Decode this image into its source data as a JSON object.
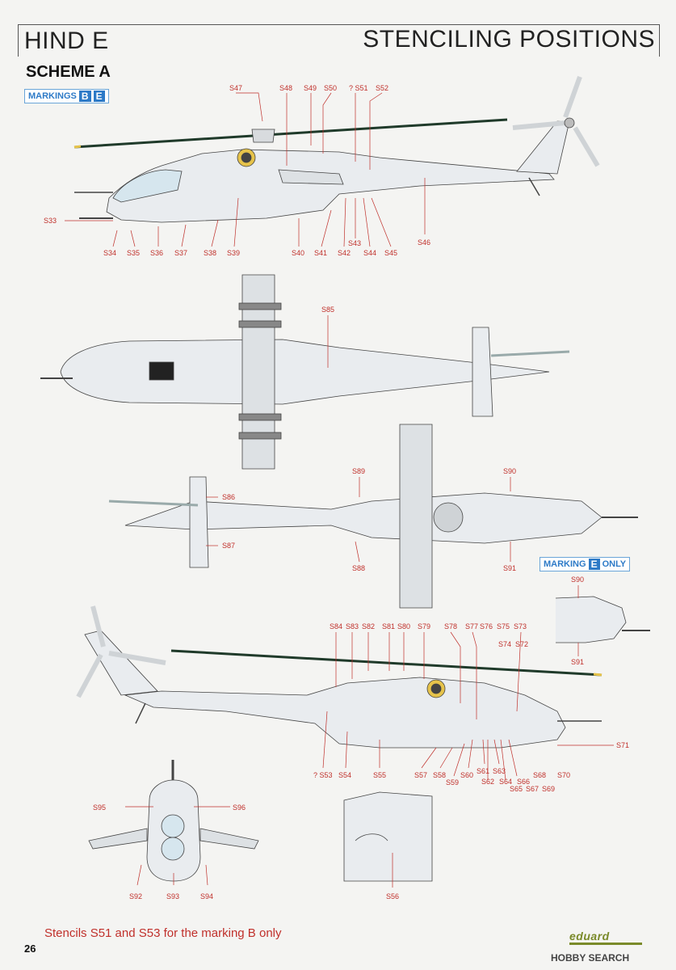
{
  "header": {
    "title_left": "HIND E",
    "title_right": "STENCILING POSITIONS",
    "scheme": "SCHEME A"
  },
  "badges": {
    "markings_label": "MARKINGS",
    "markings_b": "B",
    "markings_e": "E",
    "marking_label": "MARKING",
    "marking_e": "E",
    "marking_only": "ONLY"
  },
  "footer": {
    "note": "Stencils S51 and S53 for the marking B only",
    "page_number": "26",
    "brand": "eduard",
    "watermark": "HOBBY SEARCH"
  },
  "labels": {
    "s33": "S33",
    "s34": "S34",
    "s35": "S35",
    "s36": "S36",
    "s37": "S37",
    "s38": "S38",
    "s39": "S39",
    "s40": "S40",
    "s41": "S41",
    "s42": "S42",
    "s43": "S43",
    "s44": "S44",
    "s45": "S45",
    "s46": "S46",
    "s47": "S47",
    "s48": "S48",
    "s49": "S49",
    "s50": "S50",
    "s51": "? S51",
    "s52": "S52",
    "s53": "? S53",
    "s54": "S54",
    "s55": "S55",
    "s56": "S56",
    "s57": "S57",
    "s58": "S58",
    "s59": "S59",
    "s60": "S60",
    "s61": "S61",
    "s62": "S62",
    "s63": "S63",
    "s64": "S64",
    "s65": "S65",
    "s66": "S66",
    "s67": "S67",
    "s68": "S68",
    "s69": "S69",
    "s70": "S70",
    "s71": "S71",
    "s72": "S72",
    "s73": "S73",
    "s74": "S74",
    "s75": "S75",
    "s76": "S76",
    "s77": "S77",
    "s78": "S78",
    "s79": "S79",
    "s80": "S80",
    "s81": "S81",
    "s82": "S82",
    "s83": "S83",
    "s84": "S84",
    "s85": "S85",
    "s86": "S86",
    "s87": "S87",
    "s88": "S88",
    "s89": "S89",
    "s90": "S90",
    "s90b": "S90",
    "s91": "S91",
    "s91b": "S91",
    "s92": "S92",
    "s93": "S93",
    "s94": "S94",
    "s95": "S95",
    "s96": "S96"
  },
  "colors": {
    "stencil_red": "#c0302b",
    "marking_blue": "#2d7ac7",
    "airframe": "#e9ecef",
    "outline": "#444444"
  }
}
